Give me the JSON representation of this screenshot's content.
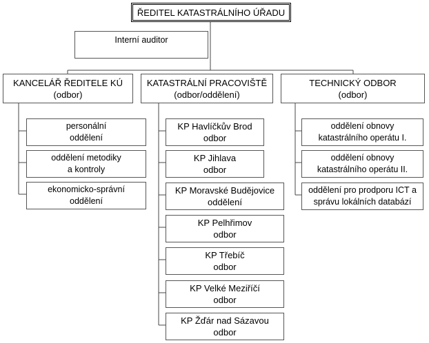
{
  "director": {
    "title": "ŘEDITEL KATASTRÁLNÍHO ÚŘADU"
  },
  "auditor": {
    "label": "Interní auditor"
  },
  "departments": [
    {
      "name": "KANCELÁŘ ŘEDITELE KÚ",
      "type": "(odbor)",
      "units": [
        {
          "line1": "personální",
          "line2": "oddělení"
        },
        {
          "line1": "oddělení metodiky",
          "line2": "a kontroly"
        },
        {
          "line1": "ekonomicko-správní",
          "line2": "oddělení"
        }
      ]
    },
    {
      "name": "KATASTRÁLNÍ PRACOVIŠTĚ",
      "type": "(odbor/oddělení)",
      "units": [
        {
          "line1": "KP Havlíčkův Brod",
          "line2": "odbor"
        },
        {
          "line1": "KP Jihlava",
          "line2": "odbor"
        },
        {
          "line1": "KP Moravské Budějovice",
          "line2": "oddělení"
        },
        {
          "line1": "KP Pelhřimov",
          "line2": "odbor"
        },
        {
          "line1": "KP Třebíč",
          "line2": "odbor"
        },
        {
          "line1": "KP Velké Meziříčí",
          "line2": "odbor"
        },
        {
          "line1": "KP Žďár nad Sázavou",
          "line2": "odbor"
        }
      ]
    },
    {
      "name": "TECHNICKÝ ODBOR",
      "type": "(odbor)",
      "units": [
        {
          "line1": "oddělení obnovy",
          "line2": "katastrálního operátu I."
        },
        {
          "line1": "oddělení obnovy",
          "line2": "katastrálního operátu II."
        },
        {
          "line1": "oddělení pro prodporu ICT a",
          "line2": "správu lokálních databází"
        }
      ]
    }
  ]
}
